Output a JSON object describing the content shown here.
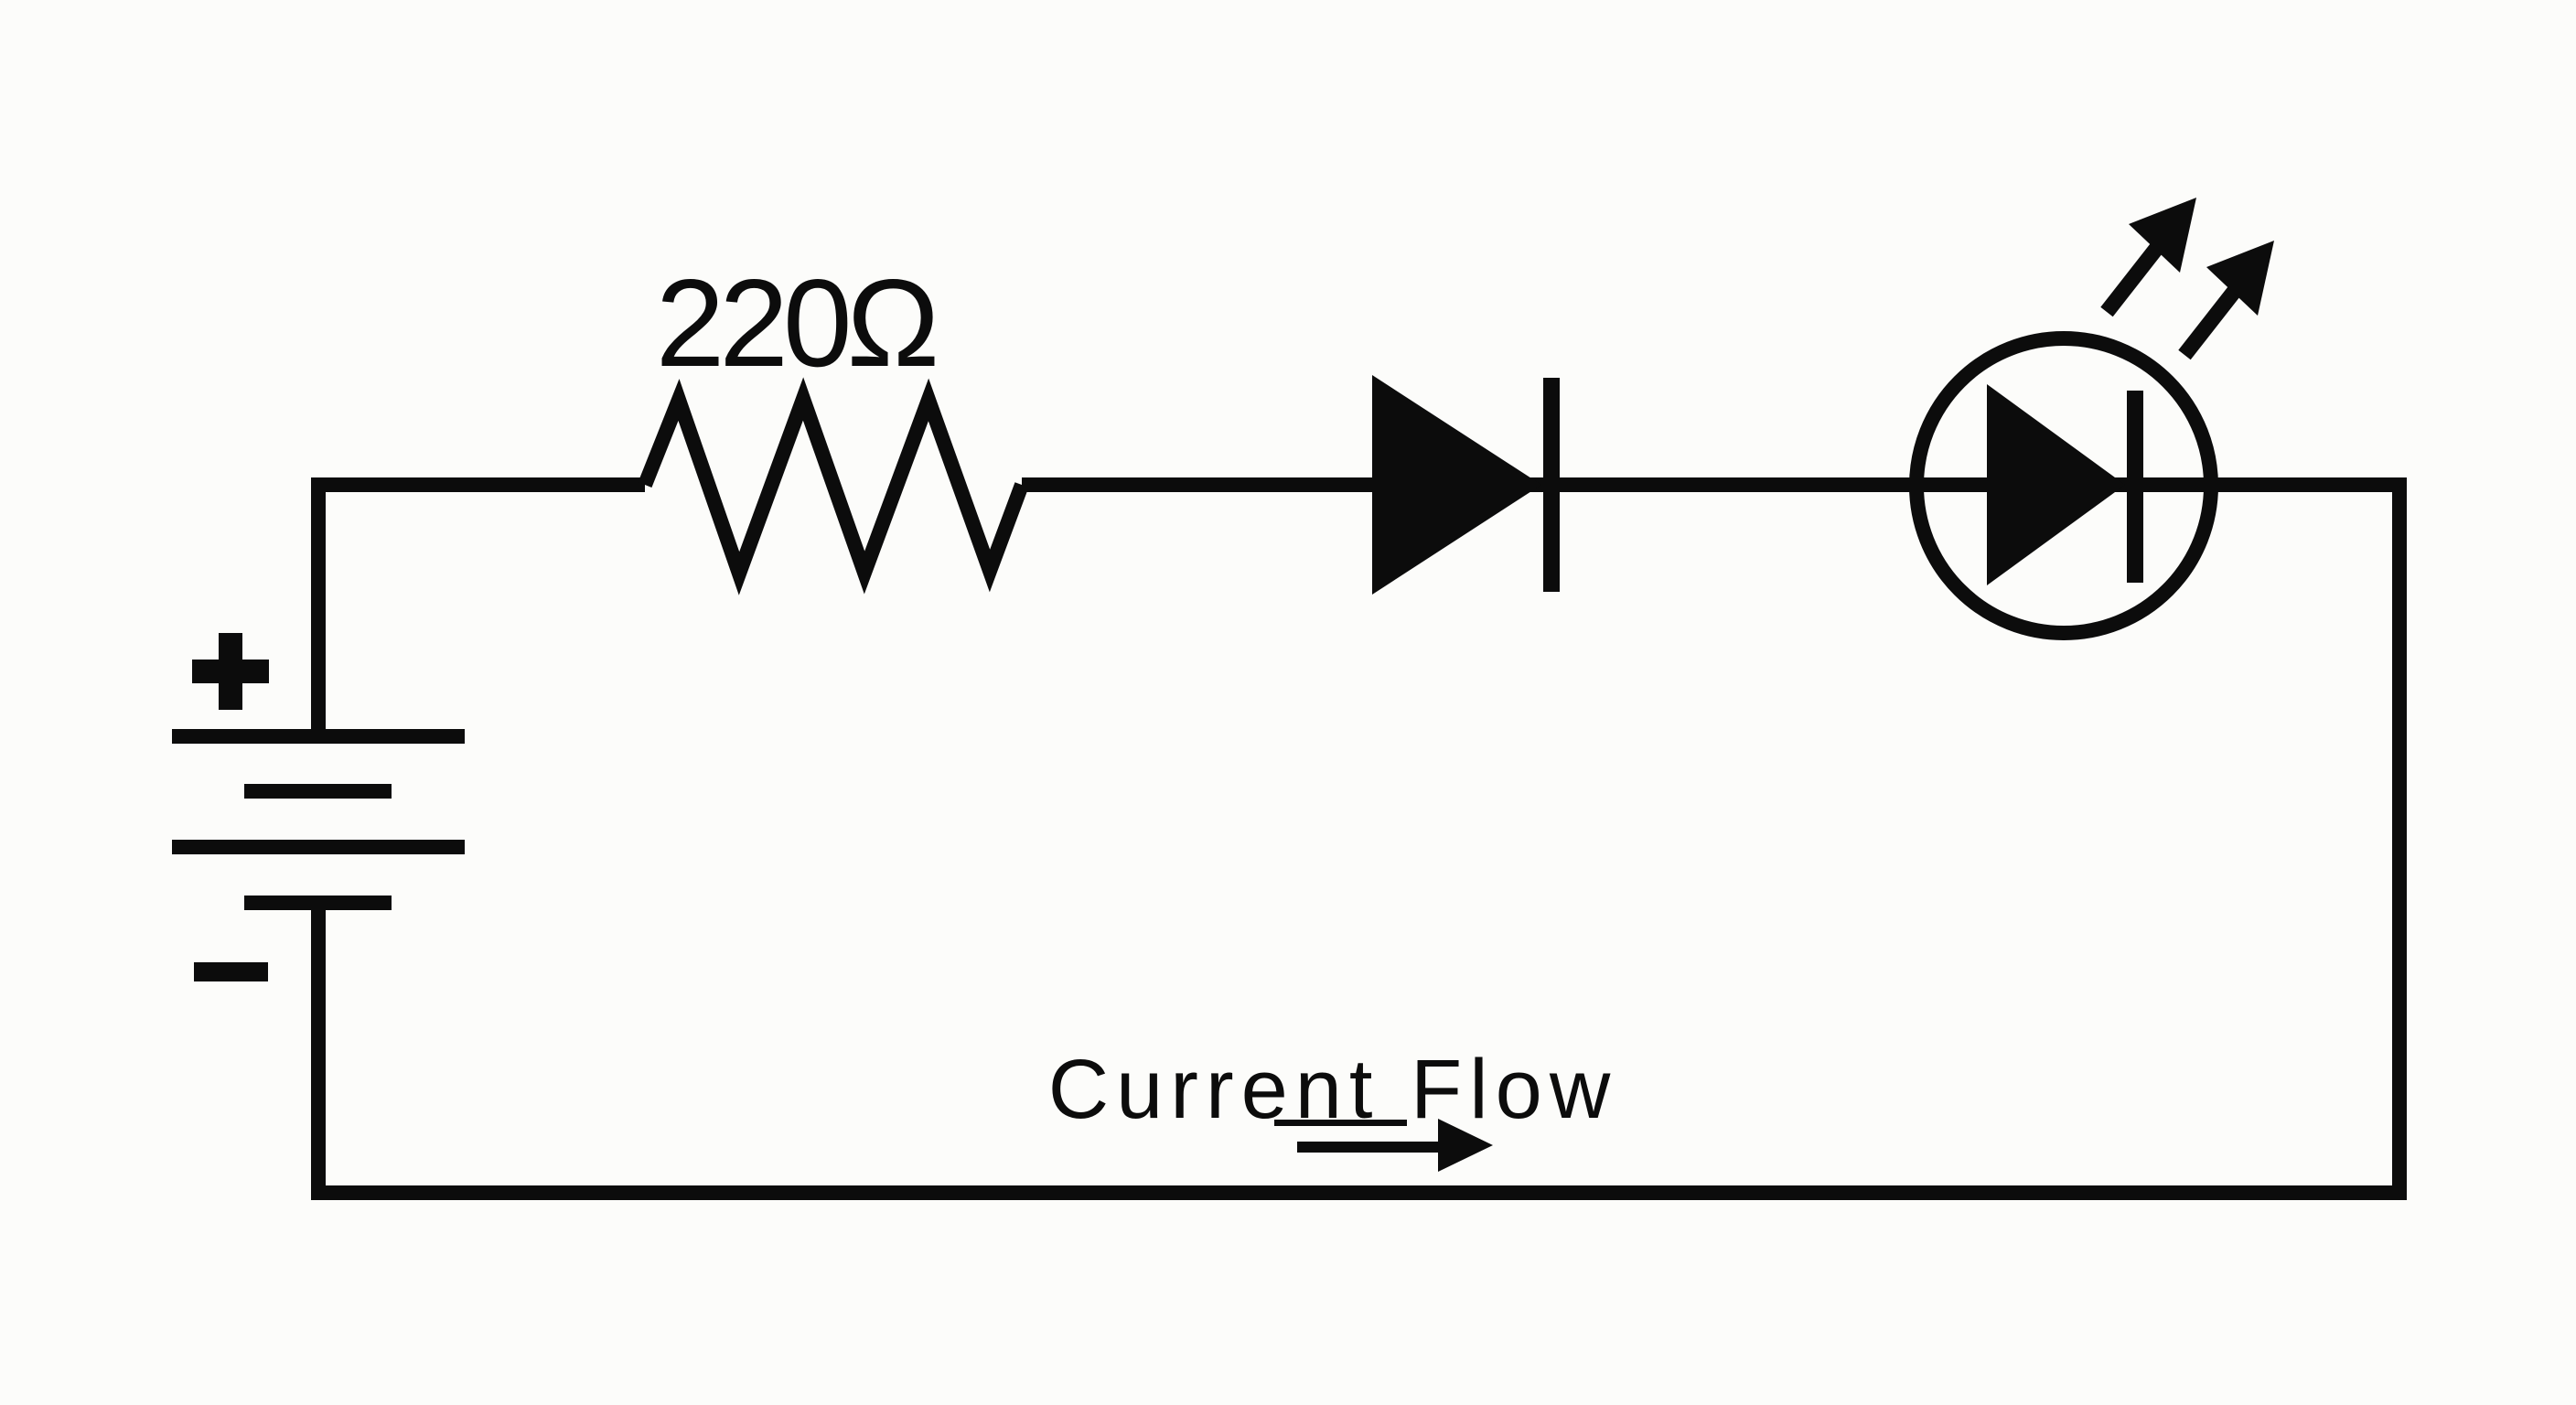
{
  "scene": {
    "background_color": "#fcfcfa",
    "ink_color": "#0c0c0c"
  },
  "labels": {
    "resistor_value": "220Ω",
    "current_flow": "Current Flow",
    "battery_positive": "+",
    "battery_negative": "−"
  },
  "components": [
    {
      "id": "battery",
      "symbol": "multi-cell-battery",
      "positive_terminal": "top",
      "negative_terminal": "bottom"
    },
    {
      "id": "resistor",
      "symbol": "zigzag-resistor",
      "value": "220Ω"
    },
    {
      "id": "diode",
      "symbol": "diode",
      "direction": "right"
    },
    {
      "id": "led",
      "symbol": "led-with-emission-arrows",
      "direction": "right"
    }
  ],
  "annotations": [
    {
      "id": "current-flow-arrow",
      "direction": "right",
      "label": "Current Flow"
    }
  ]
}
